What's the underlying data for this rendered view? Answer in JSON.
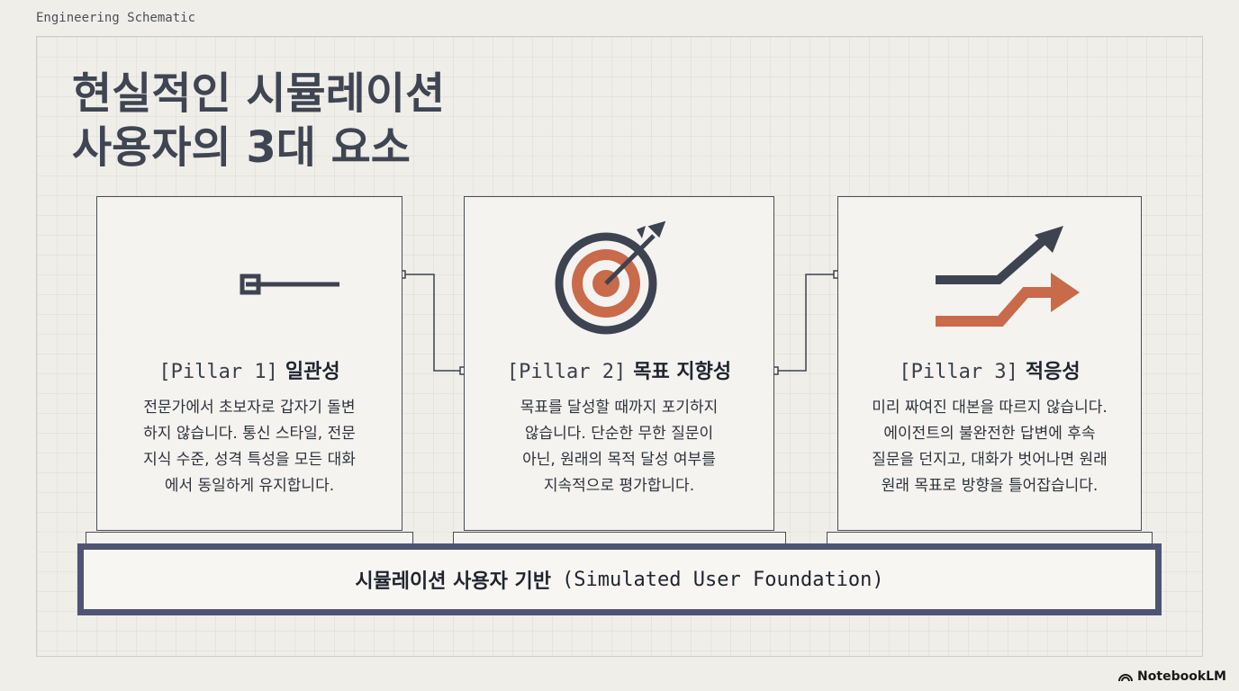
{
  "header": {
    "label": "Engineering Schematic"
  },
  "title": {
    "line1": "현실적인 시뮬레이션",
    "line2": "사용자의 3대 요소"
  },
  "pillars": [
    {
      "tag": "[Pillar 1]",
      "name": "일관성",
      "icon": "connector-line-icon",
      "desc": [
        "전문가에서 초보자로 갑자기 돌변",
        "하지 않습니다. 통신 스타일, 전문",
        "지식 수준, 성격 특성을 모든 대화",
        "에서 동일하게 유지합니다."
      ]
    },
    {
      "tag": "[Pillar 2]",
      "name": "목표 지향성",
      "icon": "target-arrow-icon",
      "desc": [
        "목표를 달성할 때까지 포기하지",
        "않습니다. 단순한 무한 질문이",
        "아닌, 원래의 목적 달성 여부를",
        "지속적으로 평가합니다."
      ]
    },
    {
      "tag": "[Pillar 3]",
      "name": "적응성",
      "icon": "diverging-arrows-icon",
      "desc": [
        "미리 짜여진 대본을 따르지 않습니다.",
        "에이전트의 불완전한 답변에 후속",
        "질문을 던지고, 대화가 벗어나면 원래",
        "원래 목표로 방향을 틀어잡습니다."
      ]
    }
  ],
  "foundation": {
    "ko": "시뮬레이션 사용자 기반",
    "en": "(Simulated User Foundation)"
  },
  "brand": {
    "name": "NotebookLM"
  },
  "colors": {
    "accent": "#c96a4a",
    "dark": "#3d4350",
    "foundation": "#4f5474"
  }
}
